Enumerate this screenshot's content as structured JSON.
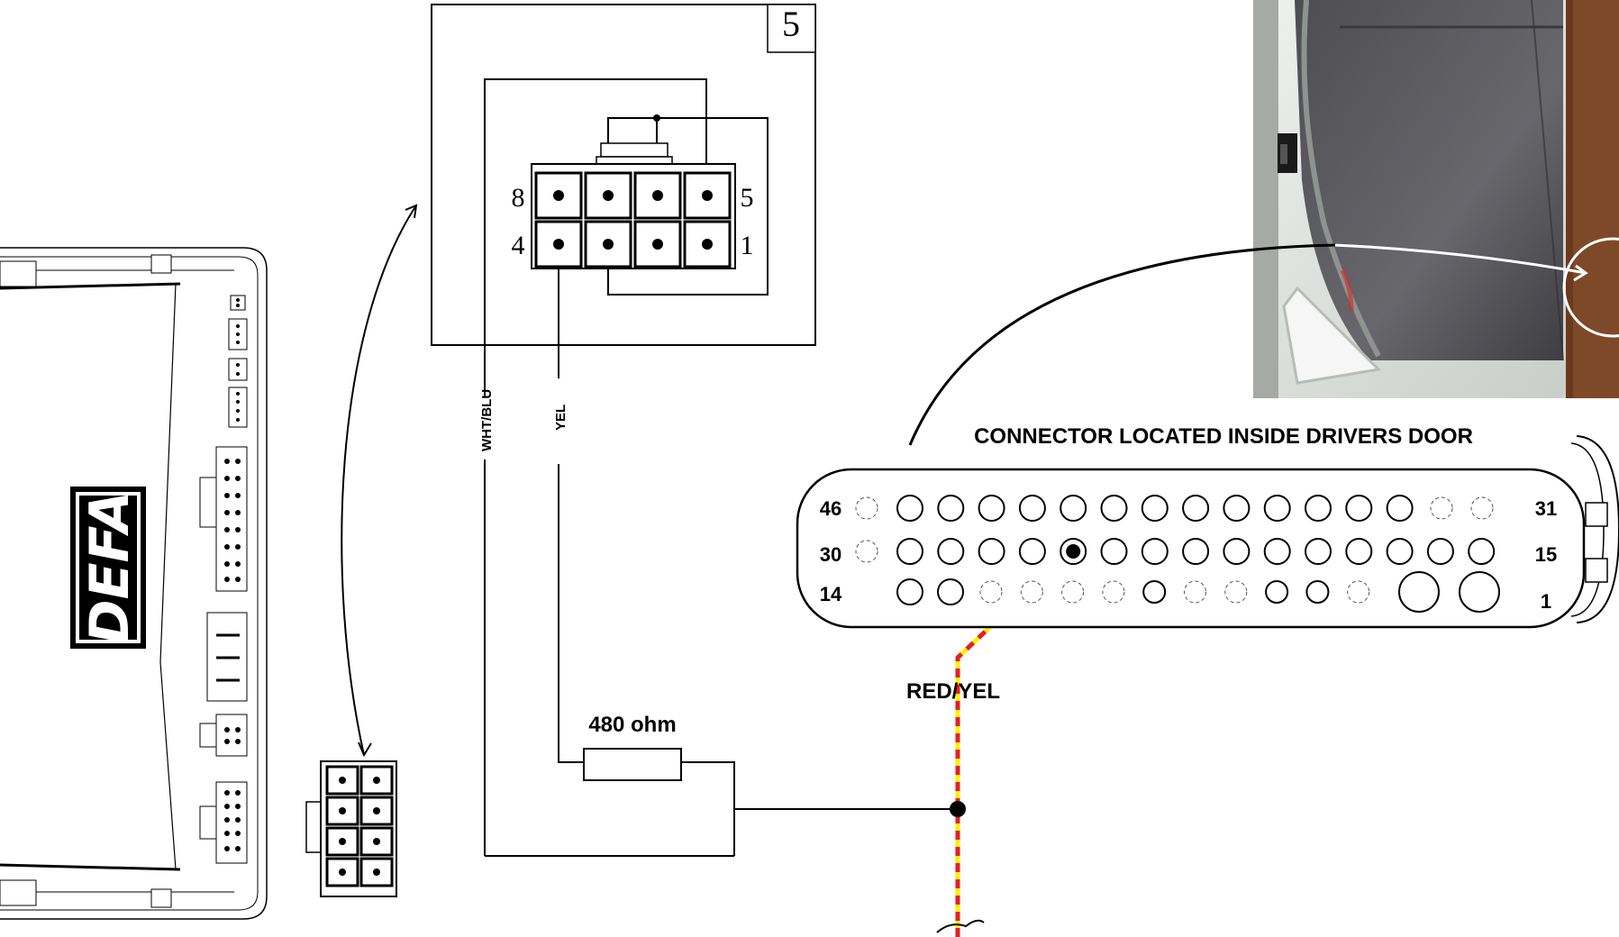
{
  "brand": {
    "logo_text": "DEFA"
  },
  "pinout": {
    "box_number": "5",
    "pin_label_top_left": "8",
    "pin_label_top_right": "5",
    "pin_label_bottom_left": "4",
    "pin_label_bottom_right": "1"
  },
  "wires": {
    "white_blue": "WHT/BLU",
    "yellow": "YEL",
    "red_yellow": "RED/YEL"
  },
  "resistor": {
    "label": "480 ohm"
  },
  "connector": {
    "title": "CONNECTOR LOCATED INSIDE DRIVERS DOOR",
    "row_top_left": "46",
    "row_top_right": "31",
    "row_mid_left": "30",
    "row_mid_right": "15",
    "row_bottom_left": "14",
    "row_bottom_right": "1"
  },
  "colors": {
    "wire_red": "#e21f26",
    "wire_yellow": "#fff200",
    "door_panel": "#5a5a5e",
    "door_frame": "#d8dcd8",
    "wood_trim": "#6b3a1c"
  },
  "icons": [
    "defa-control-unit",
    "8-pin-connector",
    "door-photo",
    "ground-break-symbol"
  ]
}
